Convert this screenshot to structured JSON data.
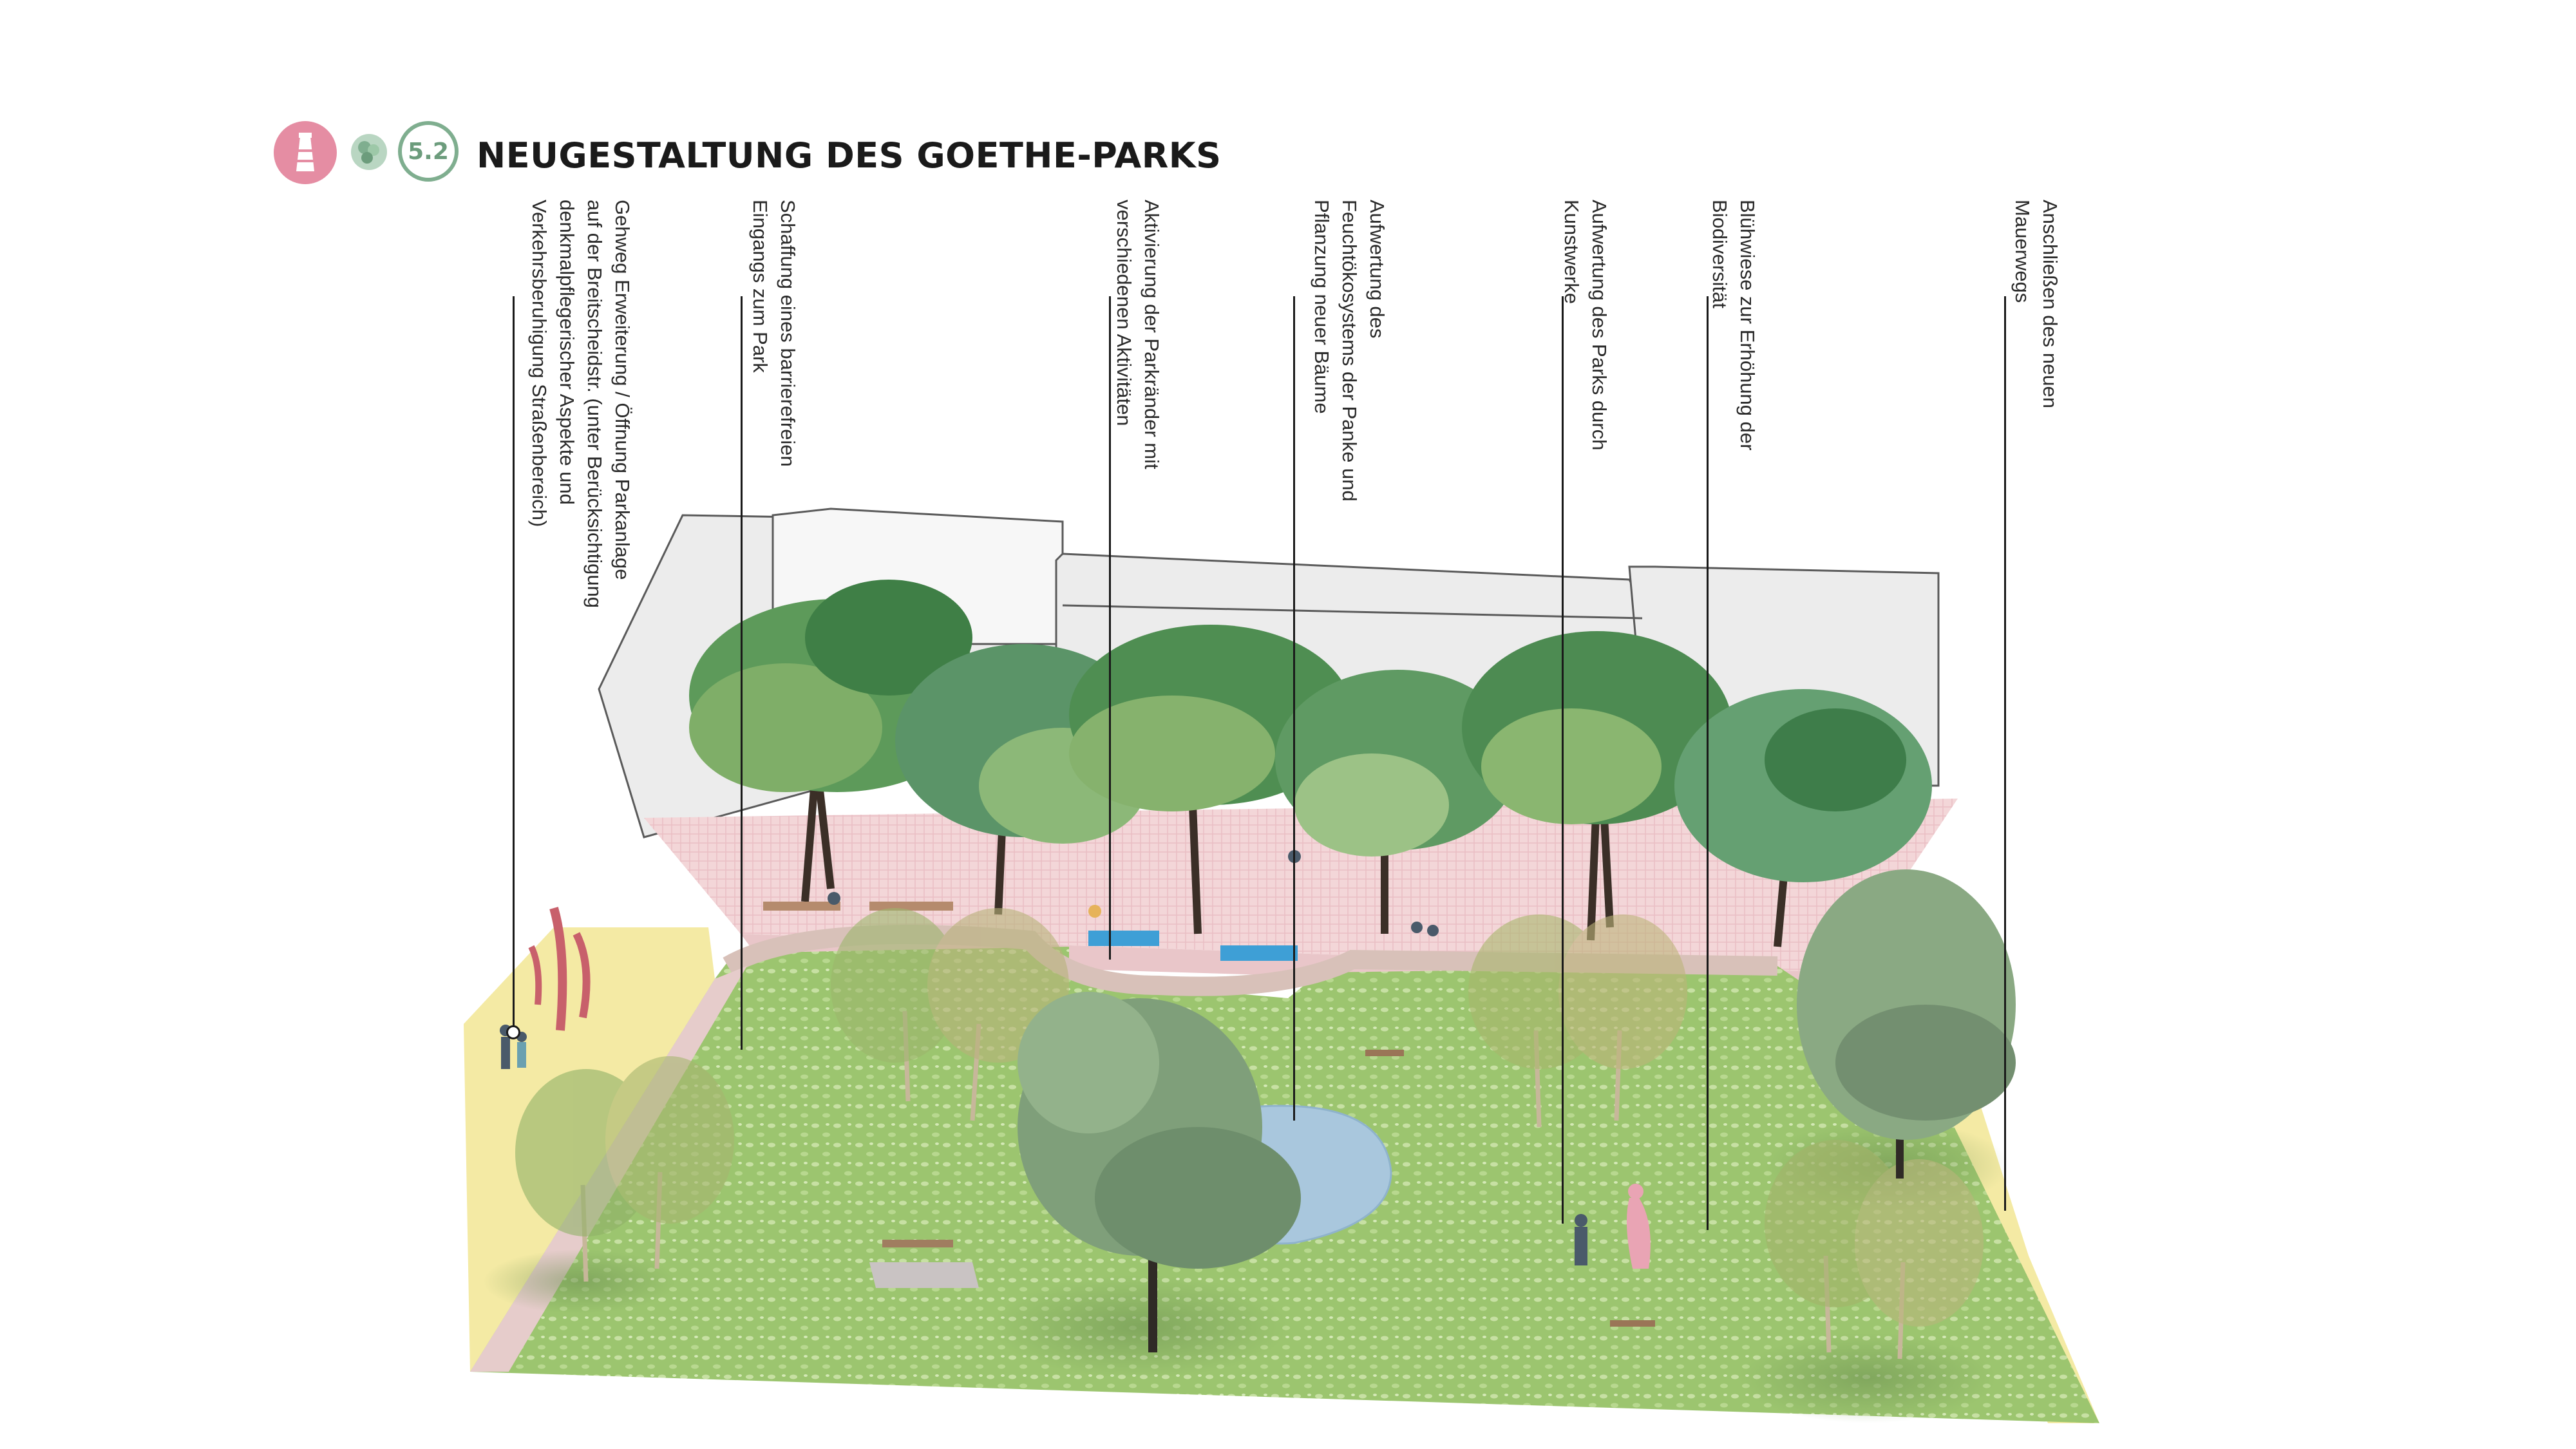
{
  "header": {
    "section_number": "5.2",
    "title": "NEUGESTALTUNG DES GOETHE-PARKS",
    "icons": [
      "lighthouse-icon",
      "leaf-cluster-icon"
    ]
  },
  "colors": {
    "accent_pink": "#e58da3",
    "accent_green": "#7fae8f",
    "lawn": "#9cc56f",
    "plaza": "#f2d3d6",
    "path": "#f4eaa4",
    "water": "#a9c7dd"
  },
  "callouts": [
    {
      "text": "Gehweg Erweiterung / Öffnung Parkanlage\nauf der Breitscheidstr. (unter Berücksichtigung\ndenkmalpflegerischer Aspekte und\nVerkehrsberuhigung Straßenbereich)"
    },
    {
      "text": "Schaffung eines barrierefreien\nEingangs zum Park"
    },
    {
      "text": "Aktivierung der Parkränder mit\nverschiedenen Aktivitäten"
    },
    {
      "text": "Aufwertung des\nFeuchtökosystems der Panke und\nPflanzung neuer Bäume"
    },
    {
      "text": "Aufwertung des Parks durch\nKunstwerke"
    },
    {
      "text": "Blühwiese zur Erhöhung der\nBiodiversität"
    },
    {
      "text": "Anschließen des neuen\nMauerwegs"
    }
  ]
}
